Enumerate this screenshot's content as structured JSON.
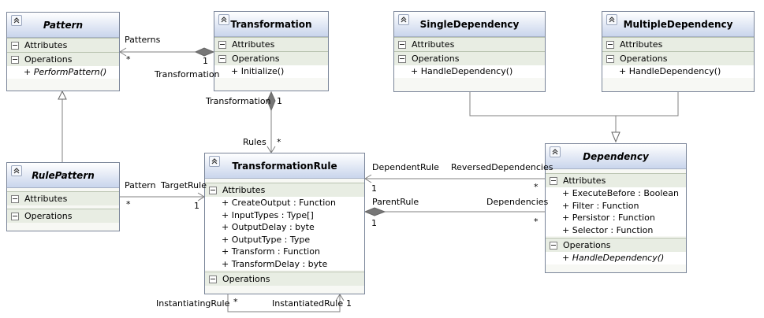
{
  "classes": {
    "pattern": {
      "name": "Pattern",
      "attributes_label": "Attributes",
      "operations_label": "Operations",
      "operations": [
        "+ PerformPattern()"
      ]
    },
    "transformation": {
      "name": "Transformation",
      "attributes_label": "Attributes",
      "operations_label": "Operations",
      "operations": [
        "+ Initialize()"
      ]
    },
    "single_dependency": {
      "name": "SingleDependency",
      "attributes_label": "Attributes",
      "operations_label": "Operations",
      "operations": [
        "+ HandleDependency()"
      ]
    },
    "multiple_dependency": {
      "name": "MultipleDependency",
      "attributes_label": "Attributes",
      "operations_label": "Operations",
      "operations": [
        "+ HandleDependency()"
      ]
    },
    "rule_pattern": {
      "name": "RulePattern",
      "attributes_label": "Attributes",
      "operations_label": "Operations"
    },
    "transformation_rule": {
      "name": "TransformationRule",
      "attributes_label": "Attributes",
      "attributes": [
        "+ CreateOutput : Function",
        "+ InputTypes : Type[]",
        "+ OutputDelay : byte",
        "+ OutputType : Type",
        "+ Transform : Function",
        "+ TransformDelay : byte"
      ],
      "operations_label": "Operations"
    },
    "dependency": {
      "name": "Dependency",
      "attributes_label": "Attributes",
      "attributes": [
        "+ ExecuteBefore : Boolean",
        "+ Filter : Function",
        "+ Persistor : Function",
        "+ Selector : Function"
      ],
      "operations_label": "Operations",
      "operations": [
        "+ HandleDependency()"
      ]
    }
  },
  "associations": {
    "patterns_transformation": {
      "role_near_pattern": "Patterns",
      "mult_near_pattern": "*",
      "mult_near_transformation": "1",
      "role_near_transformation": "Transformation"
    },
    "transformation_rules": {
      "role_near_transformation": "Transformation",
      "mult_near_transformation": "1",
      "role_near_rule": "Rules",
      "mult_near_rule": "*"
    },
    "pattern_targetrule": {
      "role_near_rulepattern": "Pattern",
      "mult_near_rulepattern": "*",
      "role_near_rule": "TargetRule",
      "mult_near_rule": "1"
    },
    "dependent_reversed": {
      "role_near_rule": "DependentRule",
      "mult_near_rule": "1",
      "role_near_dependency": "ReversedDependencies",
      "mult_near_dependency": "*"
    },
    "parent_dependencies": {
      "role_near_rule": "ParentRule",
      "mult_near_rule": "1",
      "role_near_dependency": "Dependencies",
      "mult_near_dependency": "*"
    },
    "instantiating": {
      "role_source": "InstantiatingRule",
      "mult_source": "*",
      "role_target": "InstantiatedRule",
      "mult_target": "1"
    }
  },
  "colors": {
    "header_gradient_bottom": "#c9d5ec",
    "border": "#7a8599",
    "compartment": "#e8ede3",
    "edge": "#808080"
  }
}
